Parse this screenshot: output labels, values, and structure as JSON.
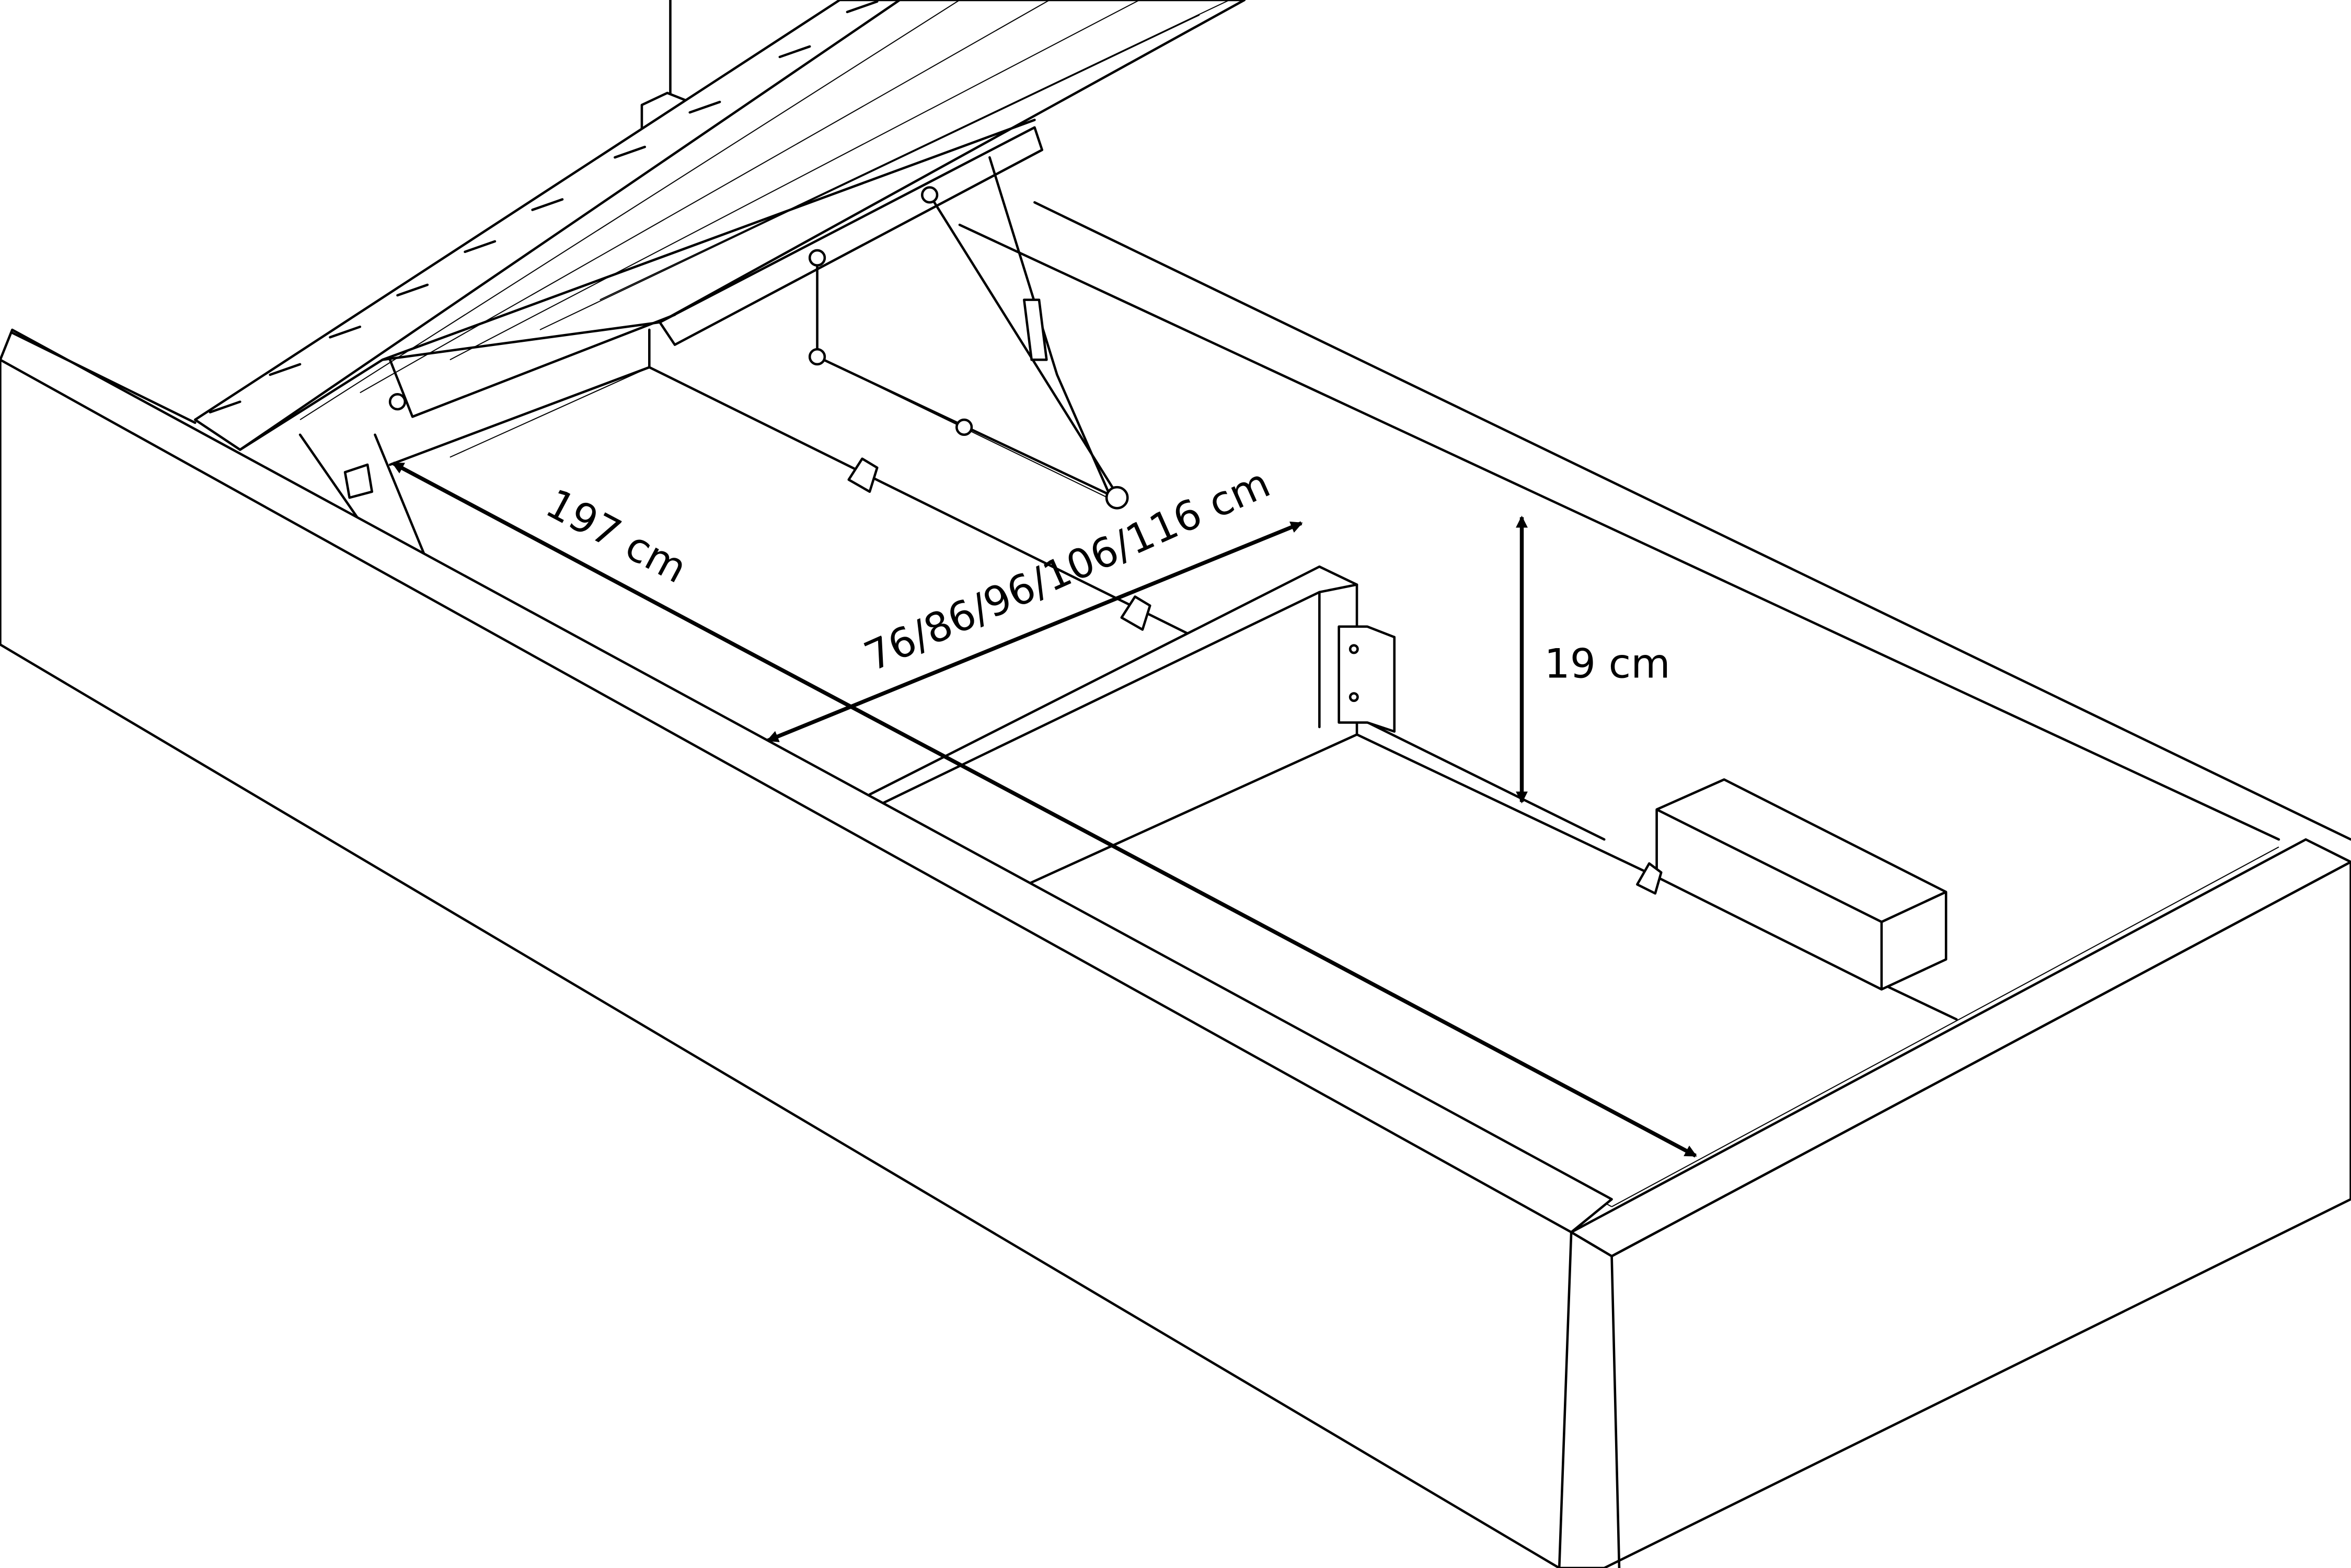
{
  "title": "Storage bed dimension diagram",
  "dimensions": {
    "length": "197 cm",
    "width": "76/86/96/106/116 cm",
    "depth": "19 cm"
  },
  "colors": {
    "line": "#000000",
    "background": "#ffffff"
  }
}
